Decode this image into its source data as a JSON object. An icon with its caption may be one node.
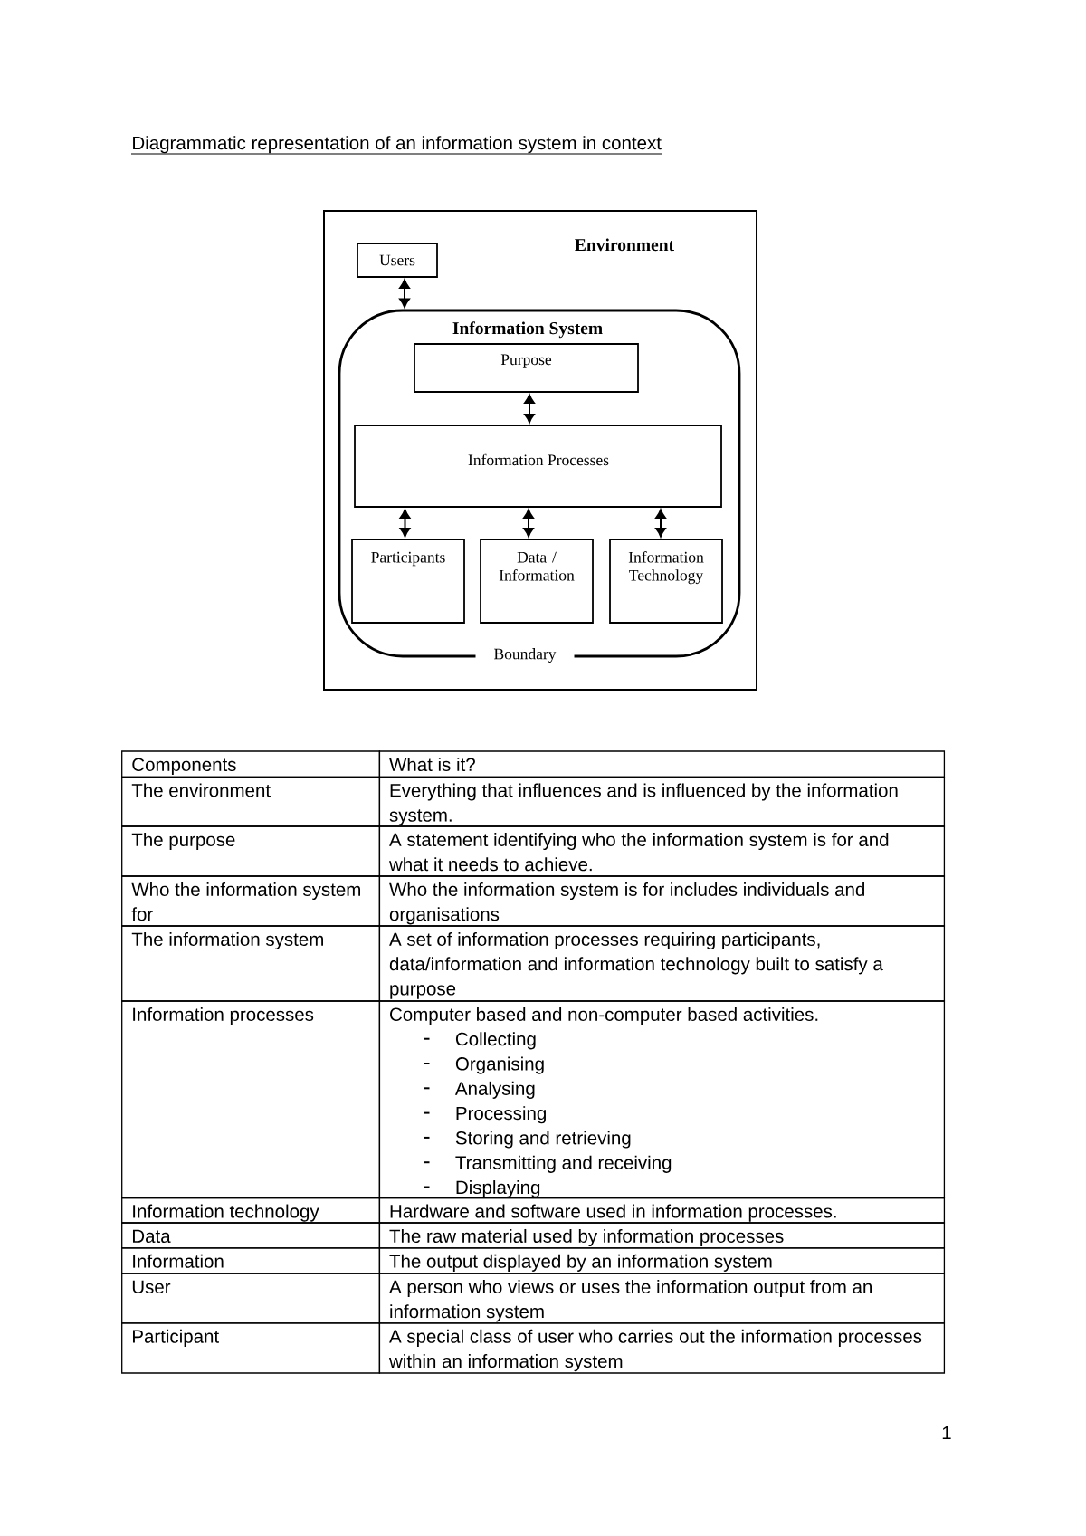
{
  "diagram": {
    "title": "Diagrammatic representation of an information system in context",
    "nodes": [
      {
        "text": [
          "Environment"
        ]
      },
      {
        "text": [
          "Users"
        ],
        "in": 0
      },
      {
        "text": [
          "Information System"
        ],
        "in": 0
      },
      {
        "text": [
          "Purpose"
        ],
        "in": 2
      },
      {
        "text": [
          "Information Processes"
        ],
        "in": 2
      },
      {
        "text": [
          "Participants"
        ],
        "in": 2
      },
      {
        "text": [
          "Data / Information"
        ],
        "in": 2
      },
      {
        "text": [
          "Information Technology"
        ],
        "in": 2
      }
    ],
    "edges": [
      {
        "from": 1,
        "to": 2,
        "arrow": "both"
      },
      {
        "from": 3,
        "to": 4,
        "arrow": "both"
      },
      {
        "from": 4,
        "to": 5,
        "arrow": "both"
      },
      {
        "from": 4,
        "to": 6,
        "arrow": "both"
      },
      {
        "from": 4,
        "to": 7,
        "arrow": "both"
      }
    ],
    "labels": [
      "Boundary",
      "Components",
      "What is it?",
      "The environment",
      "Everything that influences and is influenced by the information system.",
      "The purpose",
      "A statement identifying who the information system is for and what it needs to achieve.",
      "Who the information system for",
      "Who the information system is for includes individuals and organisations",
      "The information system",
      "A set of information processes requiring participants, data/information and information technology built to satisfy a purpose",
      "Information processes",
      "Computer based and non-computer based activities.",
      "Collecting",
      "Organising",
      "Analysing",
      "Processing",
      "Storing and retrieving",
      "Transmitting and receiving",
      "Displaying",
      "Information technology",
      "Hardware and software used in information processes.",
      "Data",
      "The raw material used by information processes",
      "Information",
      "The output displayed by an information system",
      "User",
      "A person who views or uses the information output from an information system",
      "Participant",
      "A special class of user who carries out the information processes within an information system",
      "1"
    ]
  }
}
